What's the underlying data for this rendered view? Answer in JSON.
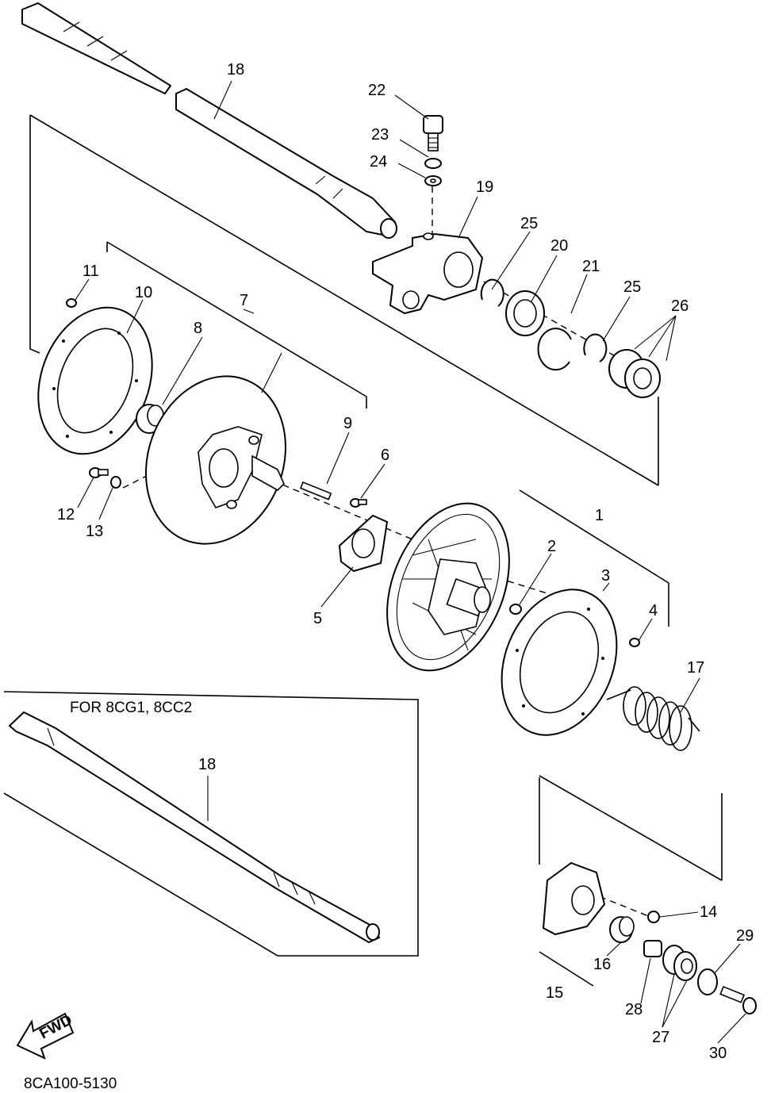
{
  "diagram": {
    "note_variant": "FOR 8CG1, 8CC2",
    "footer_code": "8CA100-5130",
    "fwd_label": "FWD",
    "callouts": [
      "1",
      "2",
      "3",
      "4",
      "5",
      "6",
      "7",
      "8",
      "9",
      "10",
      "11",
      "12",
      "13",
      "14",
      "15",
      "16",
      "17",
      "18",
      "18",
      "19",
      "20",
      "21",
      "22",
      "23",
      "24",
      "25",
      "25",
      "26",
      "27",
      "28",
      "29",
      "30"
    ]
  }
}
